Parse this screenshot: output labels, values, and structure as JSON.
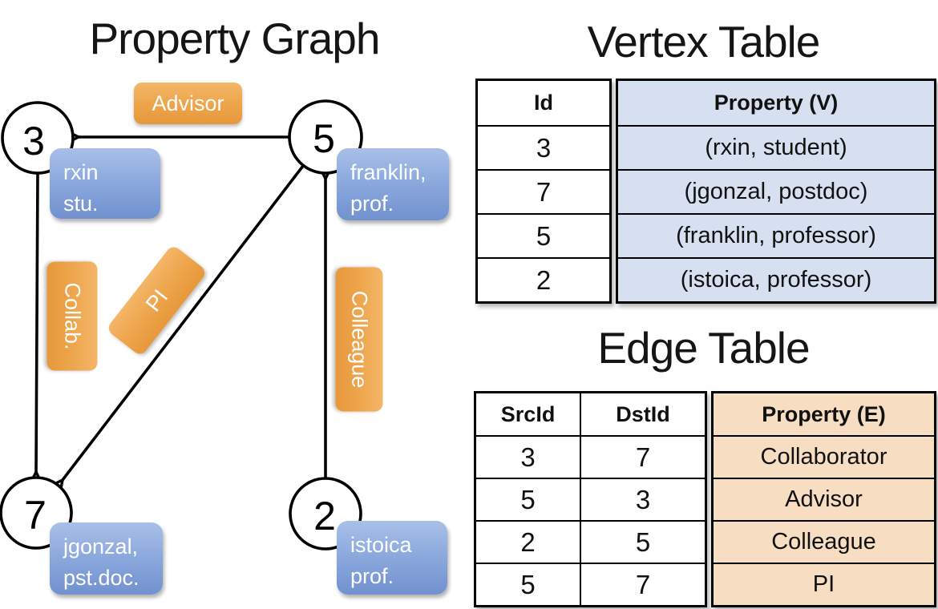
{
  "titles": {
    "graph": "Property Graph",
    "vertex_table": "Vertex Table",
    "edge_table": "Edge Table"
  },
  "graph": {
    "nodes": [
      {
        "id": "3",
        "property_line1": "rxin",
        "property_line2": "stu."
      },
      {
        "id": "5",
        "property_line1": "franklin,",
        "property_line2": "prof."
      },
      {
        "id": "7",
        "property_line1": "jgonzal,",
        "property_line2": "pst.doc."
      },
      {
        "id": "2",
        "property_line1": "istoica",
        "property_line2": "prof."
      }
    ],
    "edge_labels": {
      "advisor": "Advisor",
      "collab": "Collab.",
      "pi": "PI",
      "colleague": "Colleague"
    }
  },
  "vertex_table": {
    "headers": {
      "id": "Id",
      "property": "Property (V)"
    },
    "rows": [
      {
        "id": "3",
        "property": "(rxin, student)"
      },
      {
        "id": "7",
        "property": "(jgonzal, postdoc)"
      },
      {
        "id": "5",
        "property": "(franklin, professor)"
      },
      {
        "id": "2",
        "property": "(istoica, professor)"
      }
    ]
  },
  "edge_table": {
    "headers": {
      "src": "SrcId",
      "dst": "DstId",
      "property": "Property (E)"
    },
    "rows": [
      {
        "src": "3",
        "dst": "7",
        "property": "Collaborator"
      },
      {
        "src": "5",
        "dst": "3",
        "property": "Advisor"
      },
      {
        "src": "2",
        "dst": "5",
        "property": "Colleague"
      },
      {
        "src": "5",
        "dst": "7",
        "property": "PI"
      }
    ]
  },
  "colors": {
    "edge_label_orange": "#eda44a",
    "vertex_label_blue": "#8daade",
    "vertex_table_fill": "#d7e0f0",
    "edge_table_fill": "#f7ddc2",
    "line_black": "#000000"
  }
}
